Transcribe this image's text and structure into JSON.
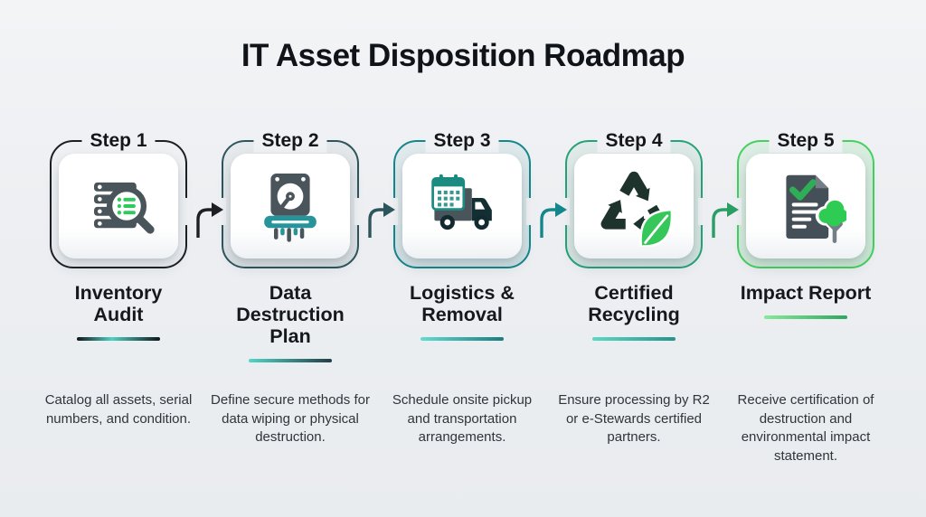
{
  "title": "IT Asset Disposition Roadmap",
  "steps": [
    {
      "label": "Step 1",
      "title": "Inventory Audit",
      "description": "Catalog all assets, serial numbers, and condition.",
      "accent": "#1c2023",
      "underline": "linear-gradient(90deg,#10151a 0%,#4fd2c4 42%,#10151a 100%)",
      "icon": "server-magnifier-icon"
    },
    {
      "label": "Step 2",
      "title": "Data Destruction Plan",
      "description": "Define secure methods for data wiping or physical destruction.",
      "accent": "#2d555c",
      "underline": "linear-gradient(90deg,#52d6c8 0%,#233d46 100%)",
      "icon": "harddrive-shredder-icon"
    },
    {
      "label": "Step 3",
      "title": "Logistics & Removal",
      "description": "Schedule onsite pickup and transportation arrangements.",
      "accent": "#15878c",
      "underline": "linear-gradient(90deg,#63dcd0 0%,#1b7c81 100%)",
      "icon": "truck-calendar-icon"
    },
    {
      "label": "Step 4",
      "title": "Certified Recycling",
      "description": "Ensure processing by R2 or e-Stewards certified partners.",
      "accent": "#27a178",
      "underline": "linear-gradient(90deg,#5bd9c6 0%,#27948b 100%)",
      "icon": "recycle-leaf-icon"
    },
    {
      "label": "Step 5",
      "title": "Impact Report",
      "description": "Receive certification of destruction and environmental impact statement.",
      "accent": "#45d05f",
      "underline": "linear-gradient(90deg,#86ea97 0%,#2fa75e 100%)",
      "icon": "document-tree-icon"
    }
  ],
  "arrows": [
    {
      "color": "#1c2023"
    },
    {
      "color": "#2d555c"
    },
    {
      "color": "#15878c"
    },
    {
      "color": "#2b9e66"
    }
  ],
  "colors": {
    "background": "#edeff2",
    "card": "#ffffff",
    "dark_slate_icon": "#49545b",
    "teal_icon": "#27939b",
    "green_icon": "#2ecc52",
    "dark_green_icon": "#1d332c",
    "text_dark": "#15181c",
    "text_body": "#30353a"
  }
}
